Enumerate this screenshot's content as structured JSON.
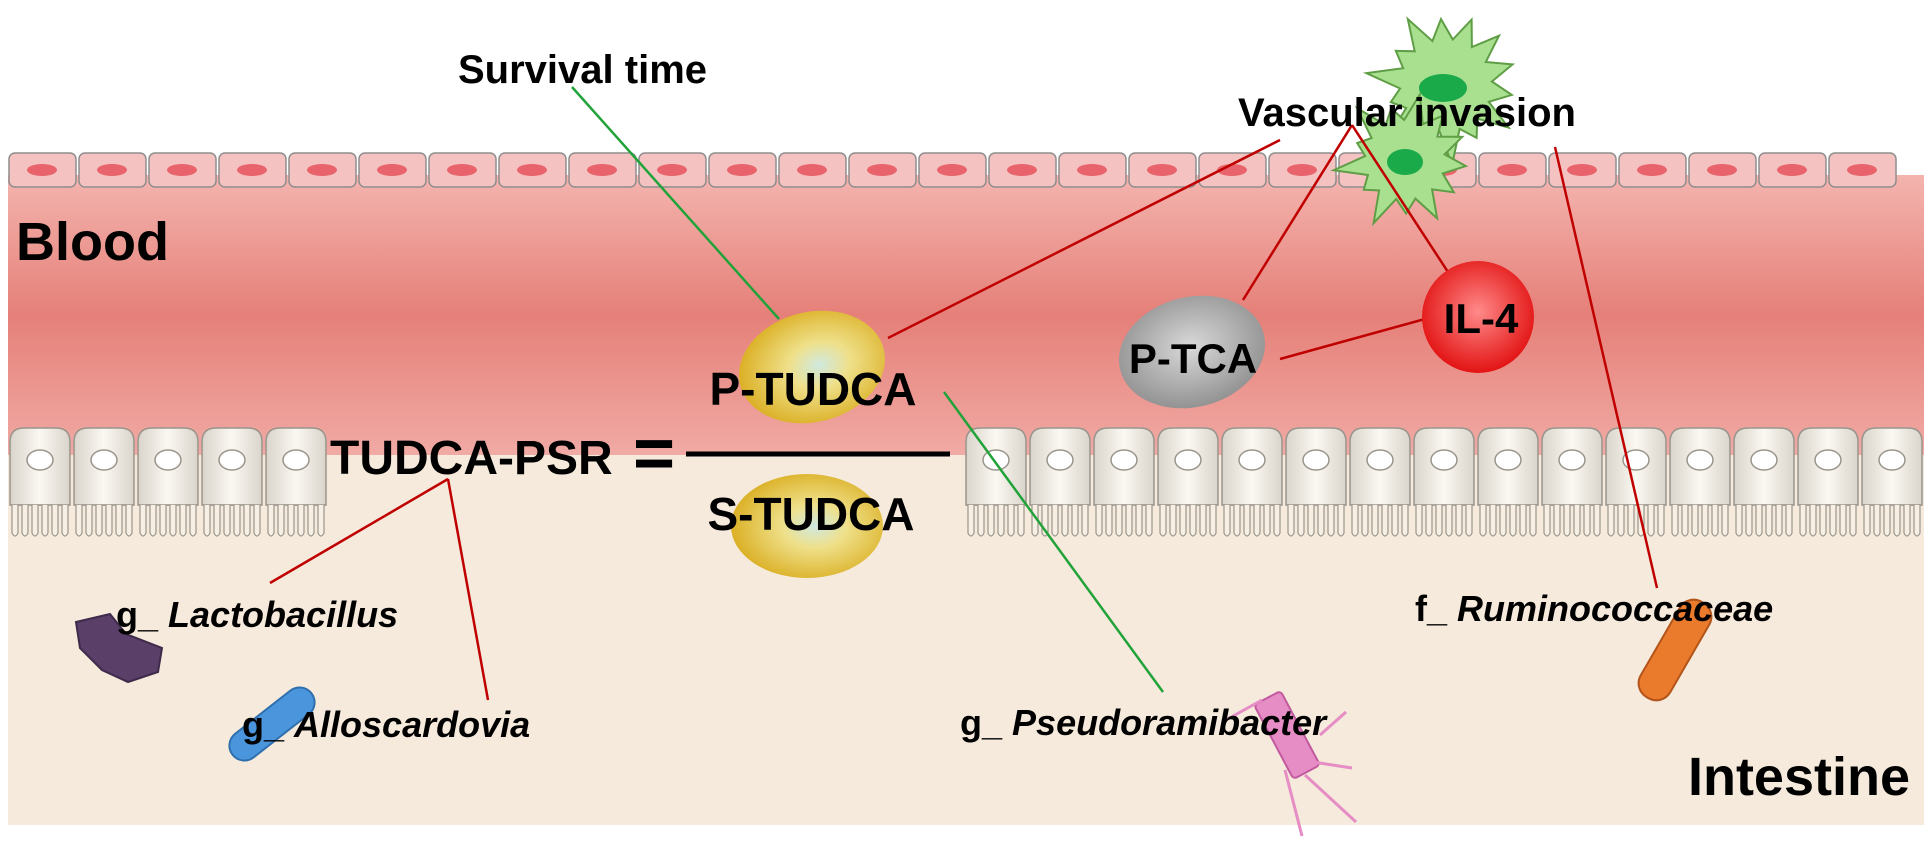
{
  "regions": {
    "blood": "Blood",
    "intestine": "Intestine"
  },
  "outcomes": {
    "survival_time": "Survival time",
    "vascular_invasion": "Vascular invasion"
  },
  "metabolites": {
    "p_tudca": "P-TUDCA",
    "s_tudca": "S-TUDCA",
    "p_tca": "P-TCA",
    "il4": "IL-4"
  },
  "formula": {
    "lhs": "TUDCA-PSR",
    "equals": "="
  },
  "bacteria": {
    "lactobacillus": {
      "prefix": "g_",
      "name": "Lactobacillus"
    },
    "alloscardovia": {
      "prefix": "g_",
      "name": "Alloscardovia"
    },
    "pseudoramibacter": {
      "prefix": "g_",
      "name": "Pseudoramibacter"
    },
    "ruminococcaceae": {
      "prefix": "f_",
      "name": "Ruminococcaceae"
    }
  },
  "colors": {
    "negative_link": "#c00000",
    "positive_link": "#22a33a",
    "blood": "#e88680",
    "intestine_bg": "#f5eadb",
    "endothelium": "#f4c2c0",
    "tudca_gold": "#e0b620",
    "ptca_gray": "#999999",
    "il4_red": "#e81010",
    "tumor_green": "#a8e090"
  }
}
